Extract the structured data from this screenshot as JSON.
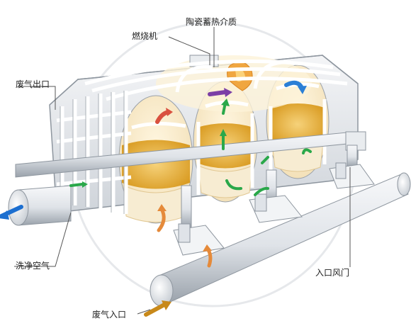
{
  "labels": {
    "ceramic_media": "陶瓷蓄热介质",
    "burner": "燃烧机",
    "exhaust_outlet": "废气出口",
    "purge_air": "洗净空气",
    "inlet_damper": "入口风门",
    "exhaust_inlet": "废气入口"
  },
  "colors": {
    "media": "#e8b53a",
    "flow_green": "#2aa84a",
    "flow_orange": "#e58a3a",
    "flow_red": "#d9503f",
    "flow_purple": "#7b3fa6",
    "flow_blue": "#2b7fd6",
    "outlet_blue": "#1c6fd0",
    "inlet_arrow": "#c8891a",
    "flame": "#f0a640"
  }
}
